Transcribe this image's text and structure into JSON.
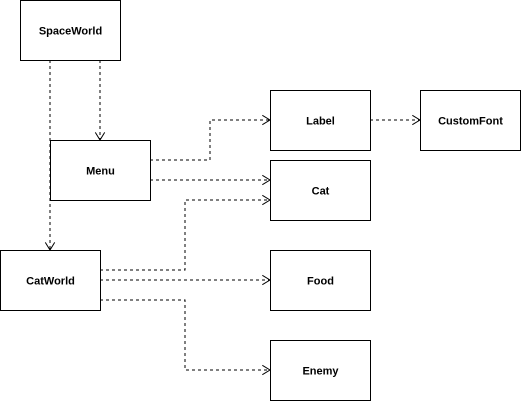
{
  "nodes": [
    {
      "id": "spaceworld",
      "label": "SpaceWorld"
    },
    {
      "id": "menu",
      "label": "Menu"
    },
    {
      "id": "label",
      "label": "Label"
    },
    {
      "id": "customfont",
      "label": "CustomFont"
    },
    {
      "id": "cat",
      "label": "Cat"
    },
    {
      "id": "catworld",
      "label": "CatWorld"
    },
    {
      "id": "food",
      "label": "Food"
    },
    {
      "id": "enemy",
      "label": "Enemy"
    }
  ],
  "edges": [
    {
      "from": "spaceworld",
      "to": "menu"
    },
    {
      "from": "spaceworld",
      "to": "catworld"
    },
    {
      "from": "menu",
      "to": "label"
    },
    {
      "from": "menu",
      "to": "cat"
    },
    {
      "from": "label",
      "to": "customfont"
    },
    {
      "from": "catworld",
      "to": "cat"
    },
    {
      "from": "catworld",
      "to": "food"
    },
    {
      "from": "catworld",
      "to": "enemy"
    }
  ],
  "colors": {
    "stroke": "#000000",
    "fill": "#ffffff",
    "background": "#ffffff"
  }
}
